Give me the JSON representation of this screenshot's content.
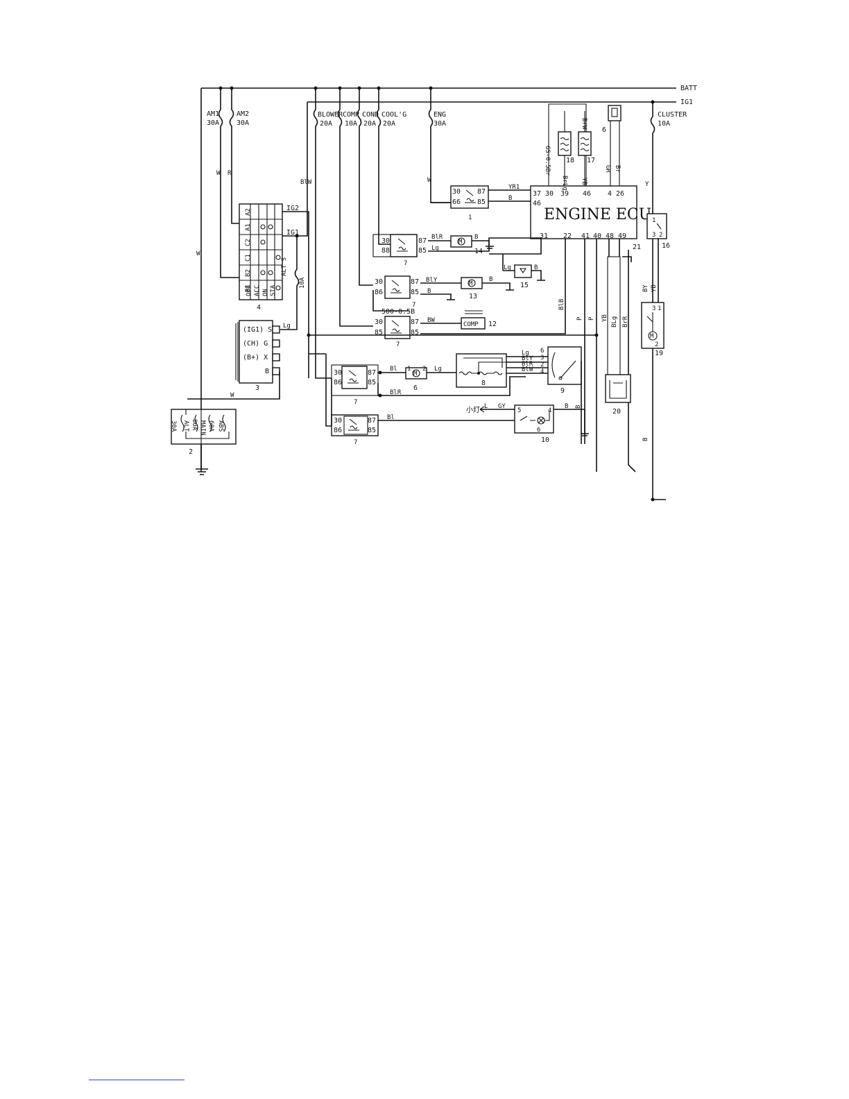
{
  "buses": {
    "batt": "BATT",
    "ig1": "IG1"
  },
  "fuses": [
    {
      "name": "AM1",
      "rating": "30A"
    },
    {
      "name": "AM2",
      "rating": "30A"
    },
    {
      "name": "BLOWER",
      "rating": "20A"
    },
    {
      "name": "COMP",
      "rating": "10A"
    },
    {
      "name": "COND",
      "rating": "20A"
    },
    {
      "name": "COOL'G",
      "rating": "20A"
    },
    {
      "name": "ENG",
      "rating": "30A"
    },
    {
      "name": "CLUSTER",
      "rating": "10A"
    },
    {
      "name": "ALT S",
      "rating": "10A"
    }
  ],
  "ecu": {
    "title": "ENGINE ECU",
    "top_pins": [
      "30",
      "39",
      "46",
      "4",
      "26"
    ],
    "left_pins": [
      "37",
      "46"
    ],
    "bottom_pins": [
      "31",
      "22",
      "41",
      "40",
      "48",
      "49"
    ],
    "extra_pin": "21"
  },
  "ignition_switch": {
    "number": "4",
    "terminals": [
      "A2",
      "A1",
      "C2",
      "C1",
      "B2",
      "B1"
    ],
    "positions": [
      "OFF",
      "ACC",
      "ON",
      "STA"
    ],
    "outputs": [
      "IG2",
      "IG1"
    ]
  },
  "alternator": {
    "number": "3",
    "terminals": [
      "(IG1) S",
      "(CH) G",
      "(B+) X",
      "B"
    ]
  },
  "fuse_box": {
    "number": "2",
    "fuses": [
      "30A",
      "ALT",
      "80A",
      "MAIN",
      "60A",
      "ABS"
    ]
  },
  "relay_pins": [
    "30",
    "86",
    "87",
    "85"
  ],
  "relay_number": "7",
  "relay_pin_variants": [
    "30",
    "66",
    "87",
    "85",
    "88"
  ],
  "components": {
    "comp": "COMP",
    "lamp": "小灯",
    "resistor_note": "500-0.5B",
    "symbol_m": "M",
    "numbers": [
      "1",
      "6",
      "8",
      "9",
      "10",
      "12",
      "13",
      "14",
      "15",
      "16",
      "17",
      "18",
      "19",
      "20"
    ]
  },
  "wire_colors": [
    "W",
    "R",
    "BlW",
    "Lg",
    "YR1",
    "B",
    "BlR",
    "BlY",
    "BW",
    "Bl",
    "GY",
    "L",
    "BlB",
    "P",
    "YB",
    "BLg",
    "BrR",
    "Y",
    "BY",
    "GR",
    "Br",
    "BrLg",
    "BrW",
    "6S-0.5Br"
  ],
  "terminal_labels": [
    "6",
    "3",
    "2",
    "4",
    "5",
    "1",
    "2",
    "3",
    "4"
  ]
}
